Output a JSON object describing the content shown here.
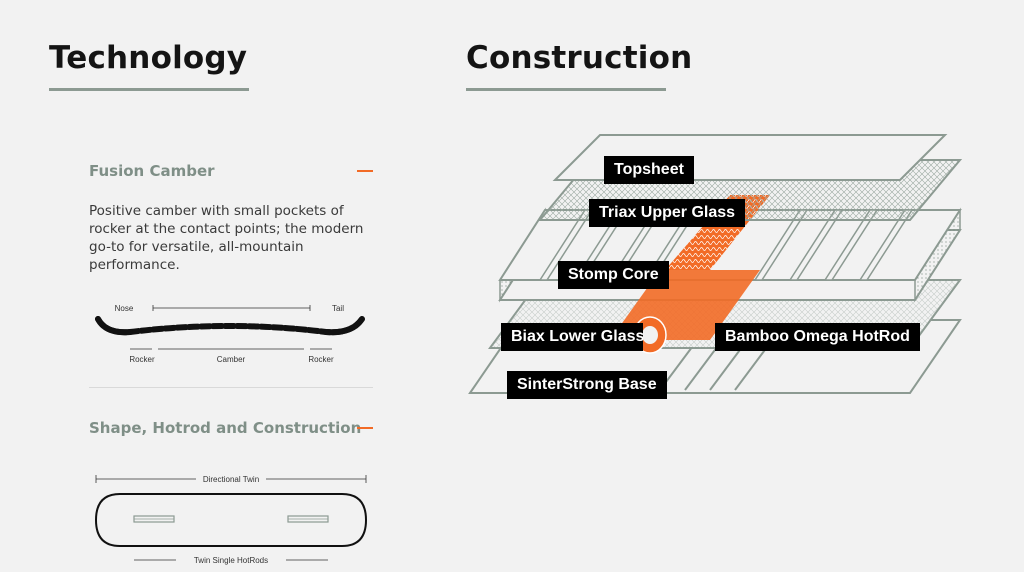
{
  "technology": {
    "heading": "Technology",
    "profile": {
      "title": "Fusion Camber",
      "description": "Positive camber with small pockets of rocker at the contact points; the modern go-to for versatile, all-mountain performance.",
      "diagram": {
        "nose": "Nose",
        "tail": "Tail",
        "rocker_left": "Rocker",
        "camber": "Camber",
        "rocker_right": "Rocker"
      }
    },
    "shape": {
      "title": "Shape, Hotrod and Construction",
      "diagram": {
        "shape_label": "Directional Twin",
        "hotrod_label": "Twin Single HotRods"
      }
    }
  },
  "construction": {
    "heading": "Construction",
    "layers": [
      "Topsheet",
      "Triax Upper Glass",
      "Stomp Core",
      "Biax Lower Glass",
      "Bamboo Omega HotRod",
      "SinterStrong Base"
    ]
  },
  "colors": {
    "accent": "#f26b26",
    "line": "#8c9a92",
    "label_bg": "#000000"
  }
}
